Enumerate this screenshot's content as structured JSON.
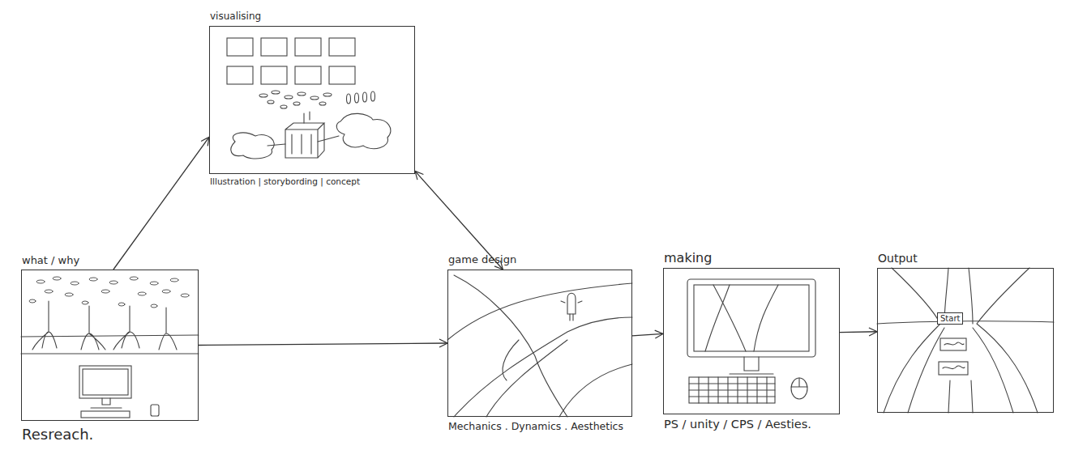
{
  "diagram": {
    "nodes": [
      {
        "text": [
          "visualising",
          "Illustration | storybording | concept"
        ]
      },
      {
        "text": [
          "what / why",
          "Resreach."
        ]
      },
      {
        "text": [
          "game design",
          "Mechanics . Dynamics . Aesthetics"
        ]
      },
      {
        "text": [
          "making",
          "PS / unity / CPS / Aesties."
        ]
      },
      {
        "text": [
          "Output"
        ]
      }
    ],
    "edges": [
      {
        "from": 1,
        "to": 0,
        "arrow": "to"
      },
      {
        "from": 0,
        "to": 2,
        "arrow": "both"
      },
      {
        "from": 1,
        "to": 2,
        "arrow": "to"
      },
      {
        "from": 2,
        "to": 3,
        "arrow": "to"
      },
      {
        "from": 3,
        "to": 4,
        "arrow": "to"
      }
    ],
    "labels": [
      "Start"
    ]
  }
}
